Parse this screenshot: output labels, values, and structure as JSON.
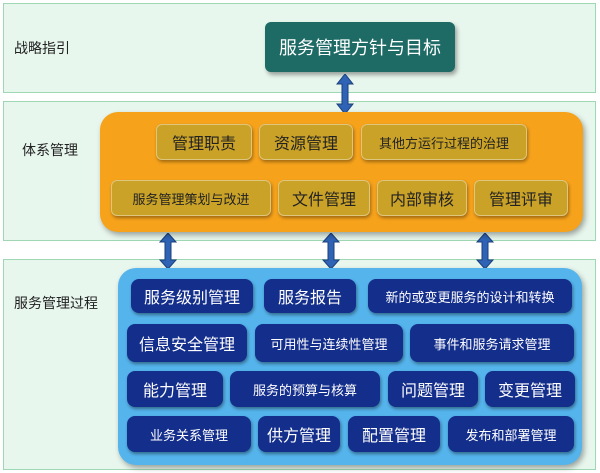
{
  "bands": {
    "strategy": {
      "label": "战略指引"
    },
    "system": {
      "label": "体系管理"
    },
    "process": {
      "label": "服务管理过程"
    }
  },
  "top_box": {
    "label": "服务管理方针与目标"
  },
  "system_boxes": [
    "管理职责",
    "资源管理",
    "其他方运行过程的治理",
    "服务管理策划与改进",
    "文件管理",
    "内部审核",
    "管理评审"
  ],
  "process_boxes": [
    "服务级别管理",
    "服务报告",
    "新的或变更服务的设计和转换",
    "信息安全管理",
    "可用性与连续性管理",
    "事件和服务请求管理",
    "能力管理",
    "服务的预算与核算",
    "问题管理",
    "变更管理",
    "业务关系管理",
    "供方管理",
    "配置管理",
    "发布和部署管理"
  ],
  "colors": {
    "band_bg": "#e8f7ee",
    "top_box": "#1e6b66",
    "orange_panel": "#f6a21b",
    "gold_box": "#c9a227",
    "blue_panel": "#55b4ec",
    "navy_box": "#142e8c",
    "arrow": "#2f63b5"
  }
}
